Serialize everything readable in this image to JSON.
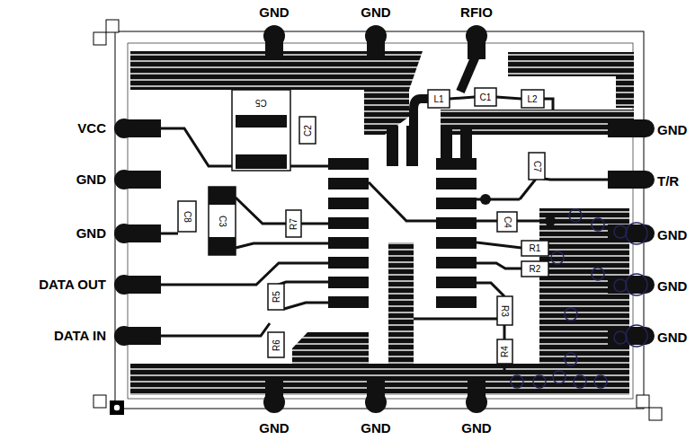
{
  "diagram": {
    "labels": [
      "GND",
      "GND",
      "RFIO",
      "VCC",
      "GND",
      "GND",
      "DATA OUT",
      "DATA IN",
      "GND",
      "T/R",
      "GND",
      "GND",
      "GND",
      "GND",
      "GND",
      "GND",
      "L1",
      "C1",
      "L2",
      "C5",
      "C2",
      "C7",
      "C8",
      "C3",
      "R7",
      "C4",
      "R1",
      "R2",
      "R5",
      "R3",
      "R6",
      "R4"
    ]
  }
}
